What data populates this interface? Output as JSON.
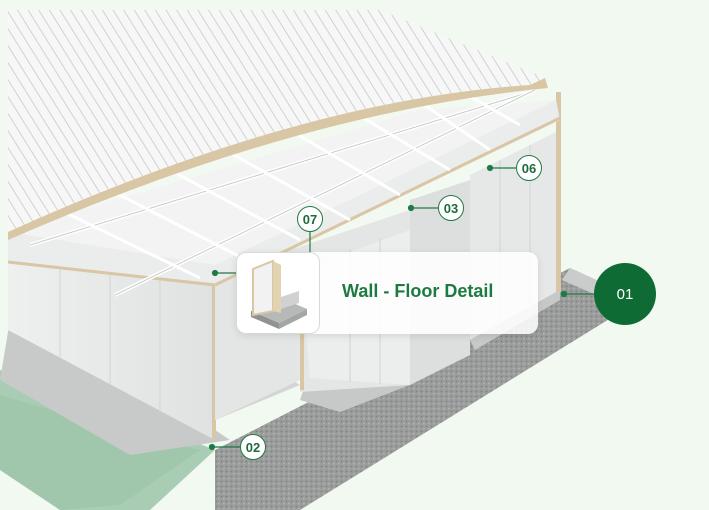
{
  "hotspots": {
    "h01": "01",
    "h02": "02",
    "h03": "03",
    "h06": "06",
    "h07": "07"
  },
  "card": {
    "title": "Wall - Floor Detail",
    "thumbnail_icon": "wall-floor-junction-icon"
  },
  "colors": {
    "accent_dark": "#0f6b34",
    "accent_text": "#1e7a43",
    "background": "#f2f9f1",
    "floor_strip": "#a9cdb4"
  }
}
